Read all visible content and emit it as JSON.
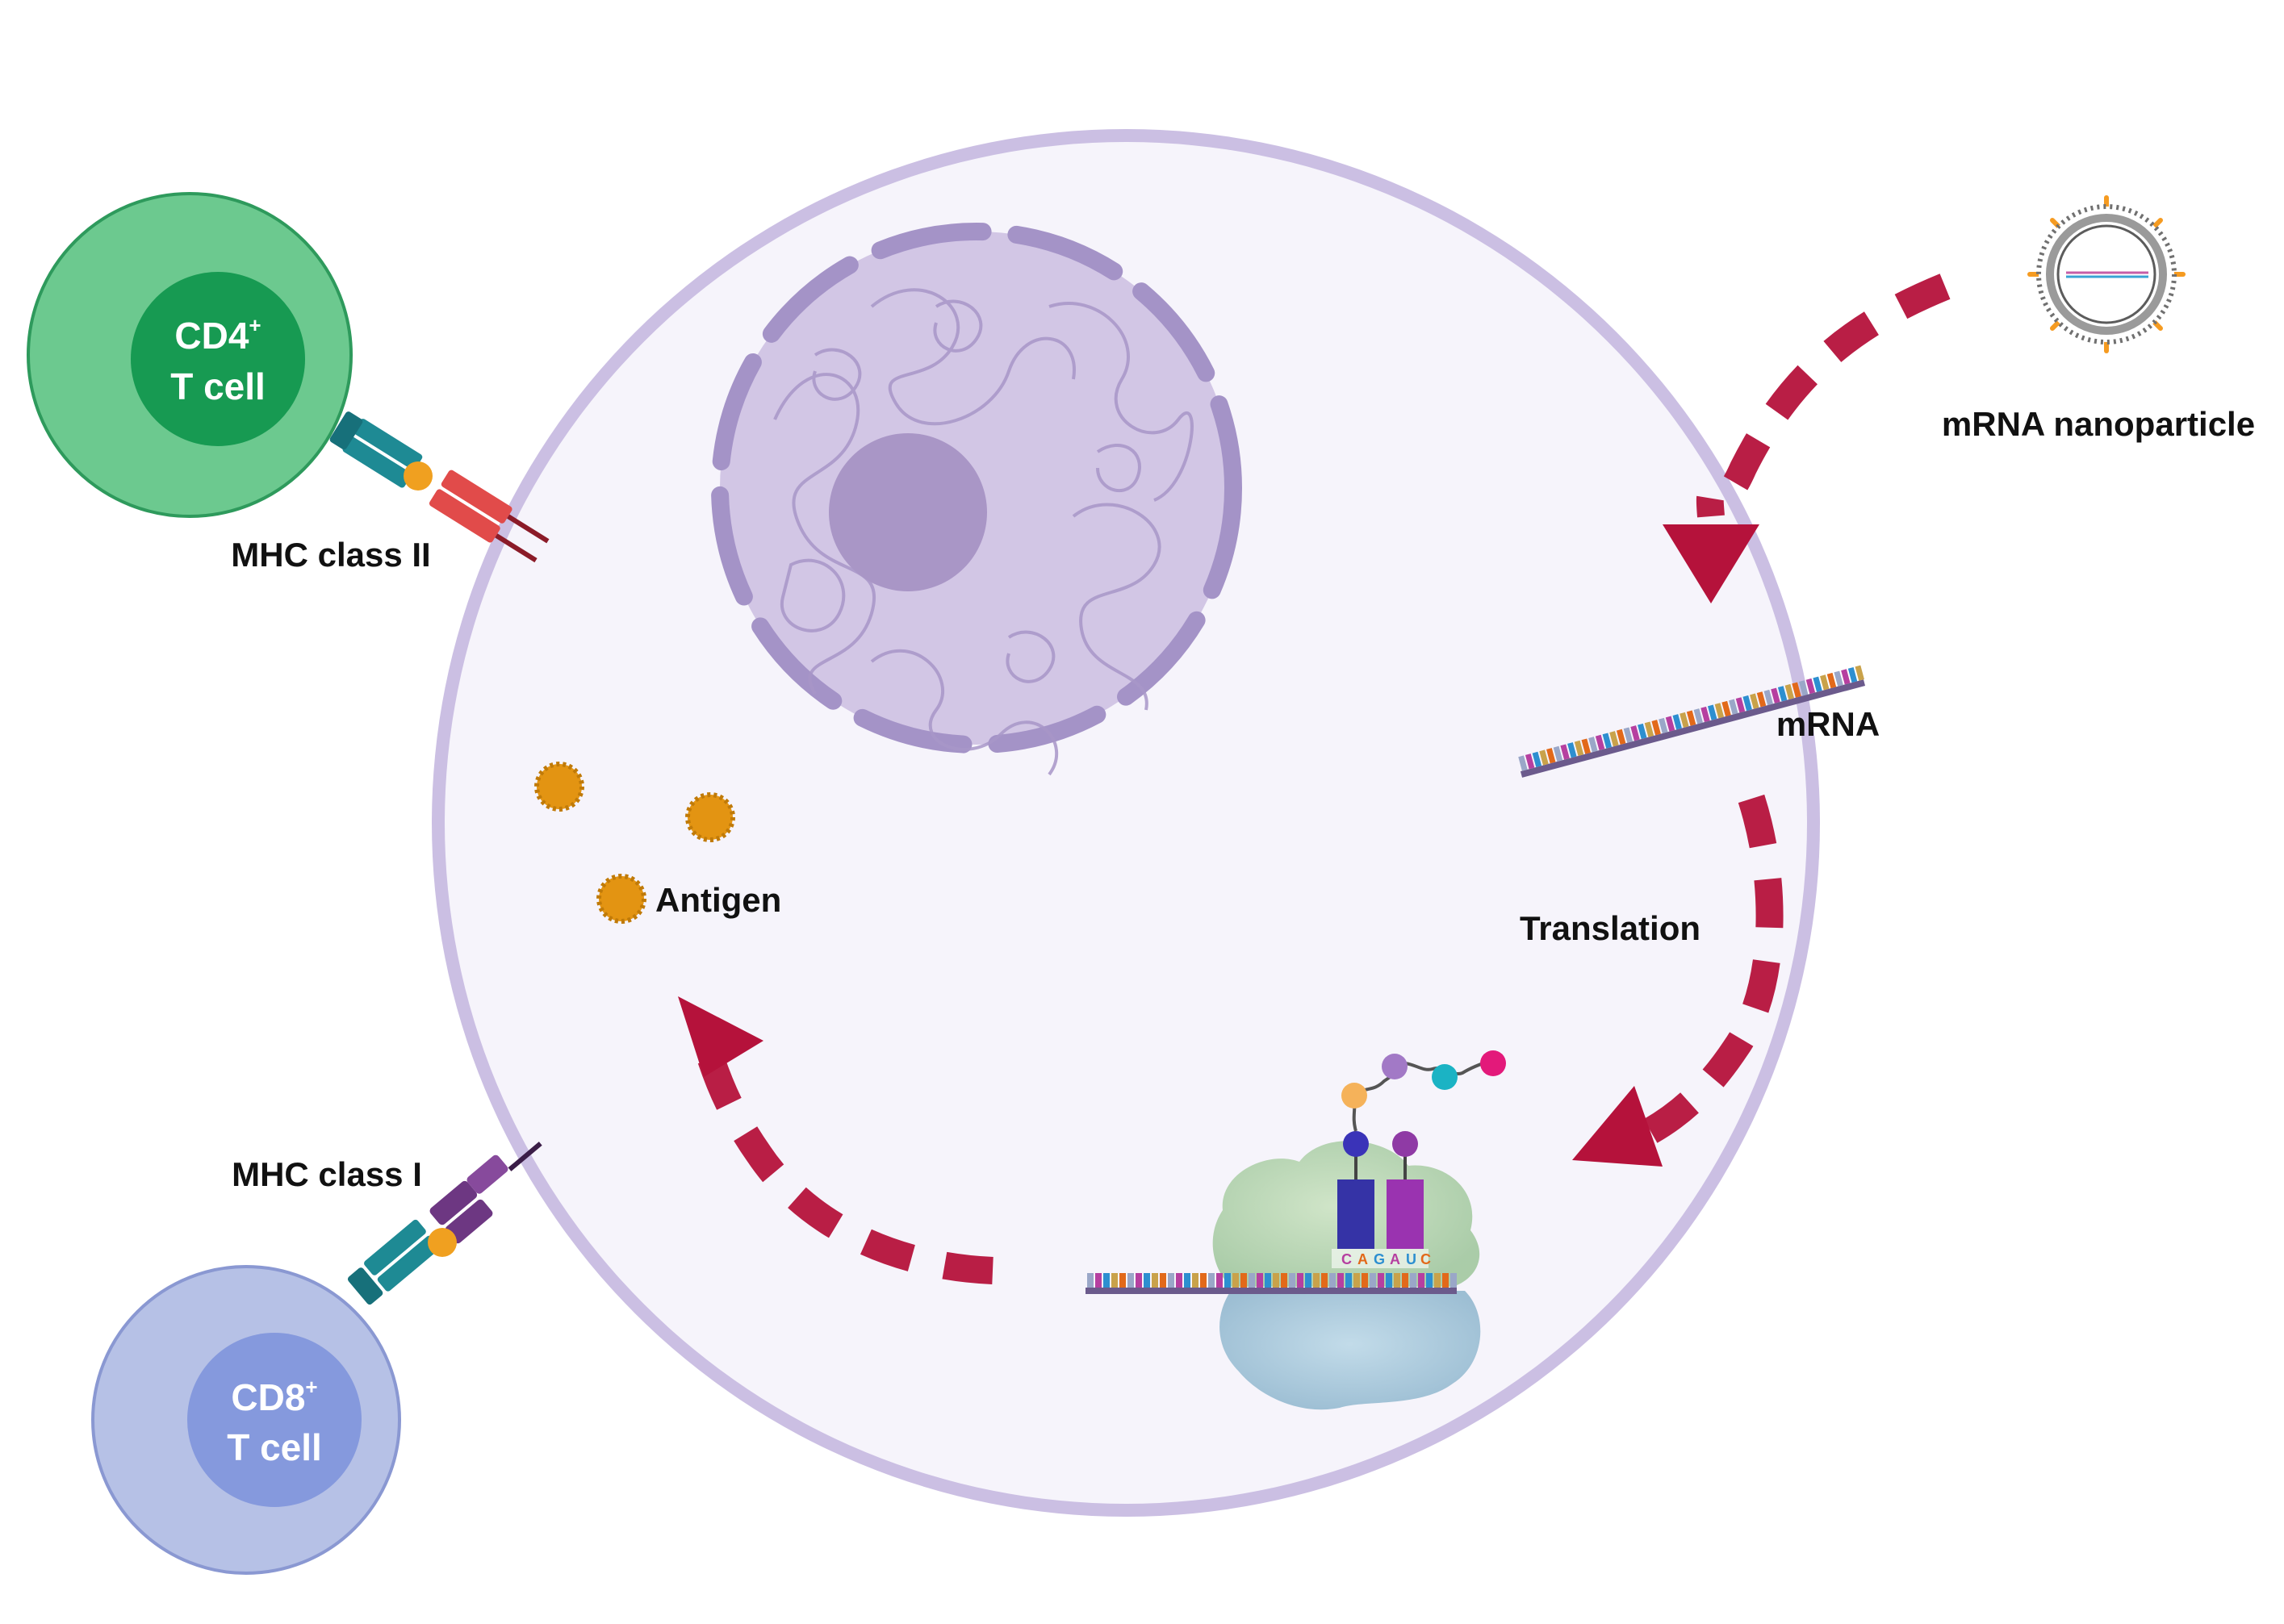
{
  "labels": {
    "cd4_name": "CD4",
    "cd4_sup": "+",
    "cd4_line2": "T cell",
    "cd8_name": "CD8",
    "cd8_sup": "+",
    "cd8_line2": "T cell",
    "mhc2": "MHC class II",
    "mhc1": "MHC class I",
    "nanoparticle": "mRNA nanoparticle",
    "mrna": "mRNA",
    "translation": "Translation",
    "antigen": "Antigen"
  },
  "colors": {
    "cell_membrane": "#cbbfe3",
    "cytoplasm": "#f6f4fb",
    "nucleus": "#cbbde0",
    "nucleolus": "#a996c6",
    "arrow": "#b5123b",
    "antigen": "#e39412",
    "cd4_outer": "#6cc98f",
    "cd4_inner": "#179a52",
    "cd8_outer": "#b6c1e6",
    "cd8_inner": "#8599dd"
  },
  "codons": [
    "C",
    "A",
    "G",
    "A",
    "U",
    "C"
  ]
}
